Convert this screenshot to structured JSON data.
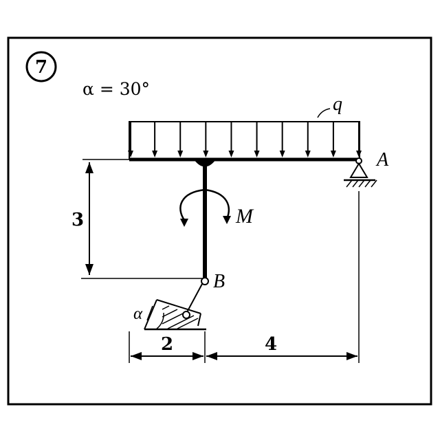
{
  "problem": {
    "number": "7",
    "alpha_eq": "α = 30°"
  },
  "labels": {
    "q": "q",
    "A": "A",
    "M": "M",
    "B": "B",
    "alpha": "α"
  },
  "dimensions": {
    "height": "3",
    "left_span": "2",
    "right_span": "4"
  }
}
